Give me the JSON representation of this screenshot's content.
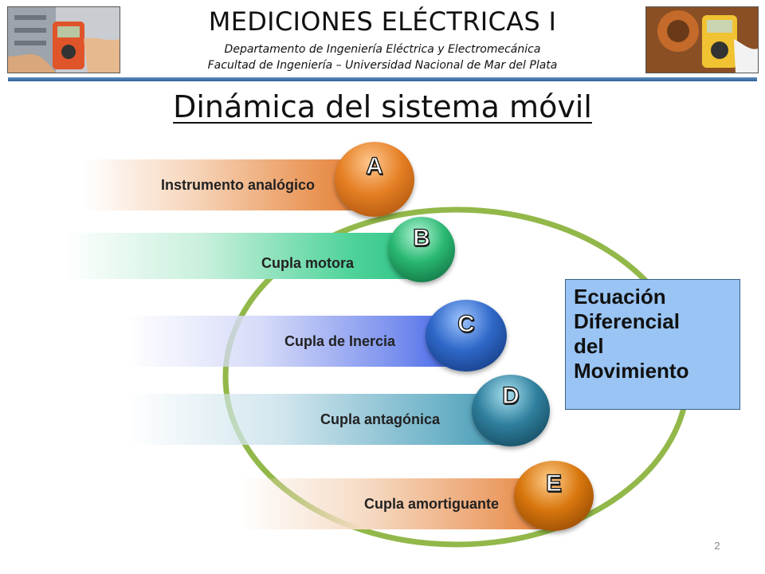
{
  "header": {
    "title": "MEDICIONES ELÉCTRICAS I",
    "department": "Departamento de Ingeniería Eléctrica y Electromecánica",
    "faculty": "Facultad de Ingeniería – Universidad Nacional de Mar del Plata"
  },
  "slide": {
    "title": "Dinámica del sistema móvil",
    "page_number": "2"
  },
  "items": [
    {
      "letter": "A",
      "label": "Instrumento analógico",
      "color": "#e0782f"
    },
    {
      "letter": "B",
      "label": "Cupla motora",
      "color": "#2fc385"
    },
    {
      "letter": "C",
      "label": "Cupla de Inercia",
      "color": "#3f63e8"
    },
    {
      "letter": "D",
      "label": "Cupla antagónica",
      "color": "#3f95b0"
    },
    {
      "letter": "E",
      "label": "Cupla amortiguante",
      "color": "#e57f34"
    }
  ],
  "equation_box": {
    "lines": [
      "Ecuación",
      "Diferencial",
      "del",
      "Movimiento"
    ],
    "color": "#99c4f3"
  },
  "colors": {
    "ring": "#92b84a",
    "header_rule": "#2f5f96"
  },
  "images": {
    "left": "multimeter-photo",
    "right": "insulation-tester-photo"
  }
}
